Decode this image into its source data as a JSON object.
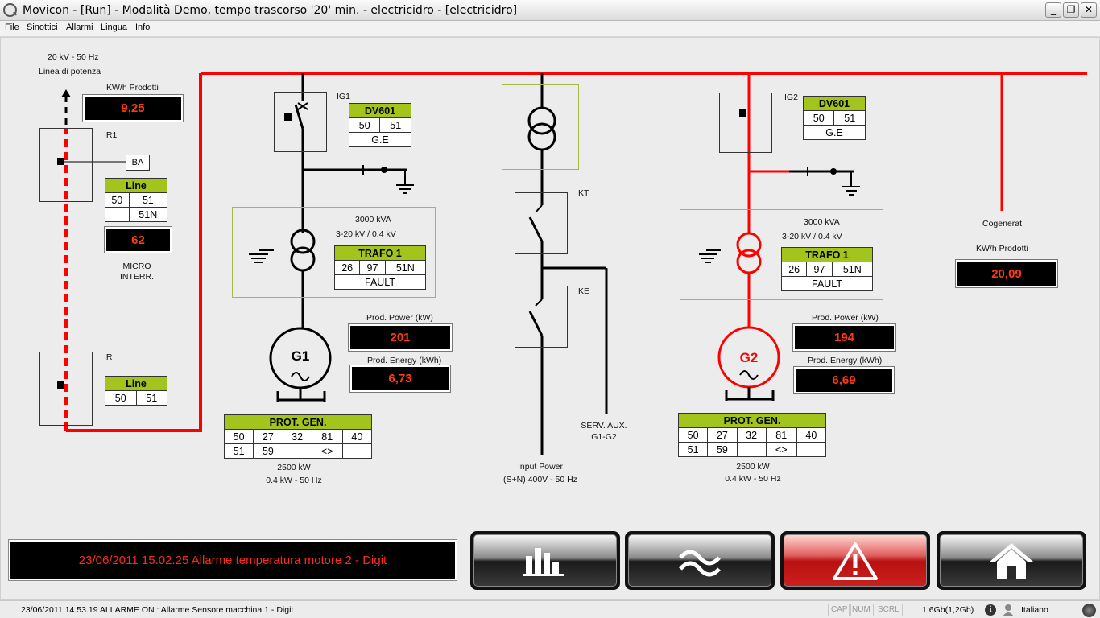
{
  "window": {
    "title": "Movicon - [Run] - Modalità Demo, tempo trascorso '20' min. - electricidro - [electricidro]",
    "min": "_",
    "max": "❐",
    "close": "✕"
  },
  "menu": [
    "File",
    "Sinottici",
    "Allarmi",
    "Lingua",
    "Info"
  ],
  "left": {
    "supply": "20 kV - 50 Hz",
    "line": "Linea di potenza",
    "kwh_label": "KW/h Prodotti",
    "kwh_value": "9,25",
    "ir1": "IR1",
    "ba": "BA",
    "line1": {
      "hdr": "Line",
      "c1": "50",
      "c2": "51",
      "c3": "51N"
    },
    "micro_value": "62",
    "micro_label1": "MICRO",
    "micro_label2": "INTERR.",
    "ir": "IR",
    "line2": {
      "hdr": "Line",
      "c1": "50",
      "c2": "51"
    }
  },
  "g1": {
    "ig": "IG1",
    "dv": {
      "hdr": "DV601",
      "c1": "50",
      "c2": "51",
      "ge": "G.E"
    },
    "kva": "3000 kVA",
    "ratio": "3-20 kV / 0.4 kV",
    "trafo": {
      "hdr": "TRAFO 1",
      "c1": "26",
      "c2": "97",
      "c3": "51N",
      "fault": "FAULT"
    },
    "pp_label": "Prod. Power (kW)",
    "pp_value": "201",
    "pe_label": "Prod. Energy (kWh)",
    "pe_value": "6,73",
    "gen": "G1",
    "prot": {
      "hdr": "PROT. GEN.",
      "r1": [
        "50",
        "27",
        "32",
        "81",
        "40"
      ],
      "r2": [
        "51",
        "59",
        "",
        "<>",
        ""
      ]
    },
    "rating1": "2500 kW",
    "rating2": "0.4 kW - 50 Hz"
  },
  "center": {
    "kt": "KT",
    "ke": "KE",
    "serv1": "SERV. AUX.",
    "serv2": "G1-G2",
    "input1": "Input Power",
    "input2": "(S+N) 400V - 50 Hz"
  },
  "g2": {
    "ig": "IG2",
    "dv": {
      "hdr": "DV601",
      "c1": "50",
      "c2": "51",
      "ge": "G.E"
    },
    "kva": "3000 kVA",
    "ratio": "3-20 kV / 0.4 kV",
    "trafo": {
      "hdr": "TRAFO 1",
      "c1": "26",
      "c2": "97",
      "c3": "51N",
      "fault": "FAULT"
    },
    "pp_label": "Prod. Power (kW)",
    "pp_value": "194",
    "pe_label": "Prod. Energy (kWh)",
    "pe_value": "6,69",
    "gen": "G2",
    "prot": {
      "hdr": "PROT. GEN.",
      "r1": [
        "50",
        "27",
        "32",
        "81",
        "40"
      ],
      "r2": [
        "51",
        "59",
        "",
        "<>",
        ""
      ]
    },
    "rating1": "2500 kW",
    "rating2": "0.4 kW - 50 Hz"
  },
  "right": {
    "cogen": "Cogenerat.",
    "kwh_label": "KW/h Prodotti",
    "kwh_value": "20,09"
  },
  "alarm_banner": "23/06/2011 15.02.25 Allarme temperatura motore 2 - Digit",
  "buttons": [
    {
      "name": "chart-button",
      "icon": "bar-chart-icon"
    },
    {
      "name": "waveform-button",
      "icon": "waveform-icon"
    },
    {
      "name": "alarm-button",
      "icon": "warning-icon"
    },
    {
      "name": "home-button",
      "icon": "home-icon"
    }
  ],
  "colors": {
    "live": "#ff0000",
    "dead": "#000000",
    "relay_header": "#a3c41d",
    "display_value": "#ff3a12"
  },
  "status": {
    "message": "23/06/2011 14.53.19 ALLARME ON : Allarme Sensore macchina 1 - Digit",
    "cap": "CAP",
    "num": "NUM",
    "scrl": "SCRL",
    "memory": "1,6Gb(1,2Gb)",
    "language": "Italiano"
  }
}
